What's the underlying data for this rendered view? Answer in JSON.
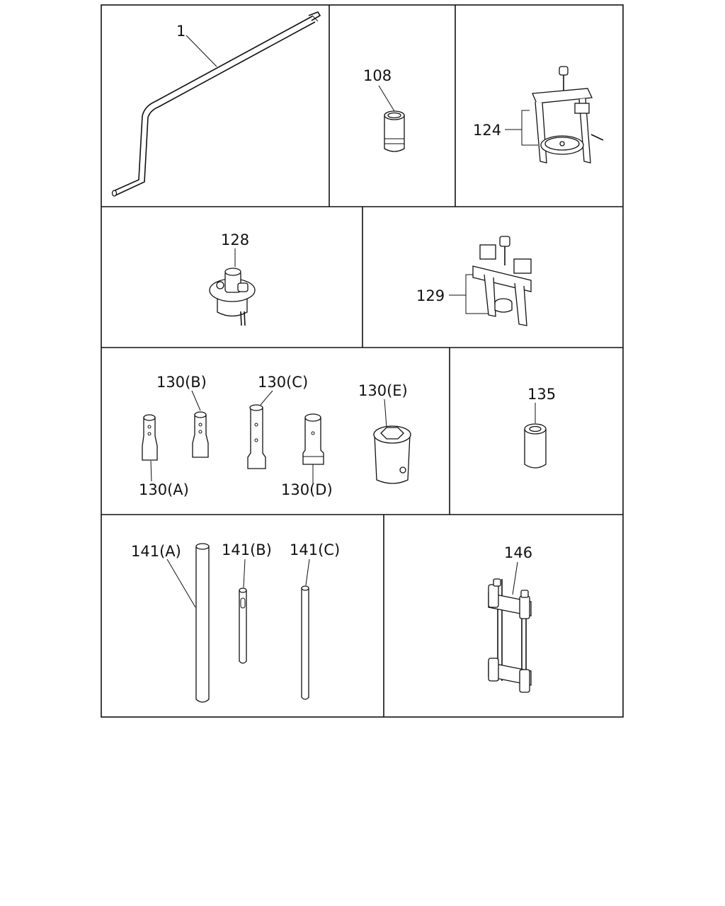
{
  "parts": {
    "p1": "1",
    "p108": "108",
    "p124": "124",
    "p128": "128",
    "p129": "129",
    "p130a": "130(A)",
    "p130b": "130(B)",
    "p130c": "130(C)",
    "p130d": "130(D)",
    "p130e": "130(E)",
    "p135": "135",
    "p141a": "141(A)",
    "p141b": "141(B)",
    "p141c": "141(C)",
    "p146": "146"
  }
}
